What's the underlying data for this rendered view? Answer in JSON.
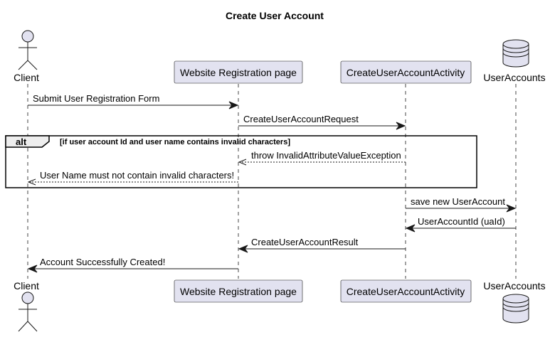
{
  "diagram": {
    "title": "Create User Account",
    "participants": {
      "client": "Client",
      "website": "Website Registration page",
      "activity": "CreateUserAccountActivity",
      "useraccounts": "UserAccounts"
    },
    "messages": [
      "Submit User Registration Form",
      "CreateUserAccountRequest",
      "throw InvalidAttributeValueException",
      "User Name must not contain invalid characters!",
      "save new UserAccount",
      "UserAccountId (uaId)",
      "CreateUserAccountResult",
      "Account Successfully Created!"
    ],
    "alt": {
      "keyword": "alt",
      "condition": "[if user account Id and user name contains invalid characters]"
    }
  },
  "colors": {
    "participant_fill": "#E2E2F0",
    "line": "#181818",
    "alt_tab_fill": "#EEEEEE"
  }
}
